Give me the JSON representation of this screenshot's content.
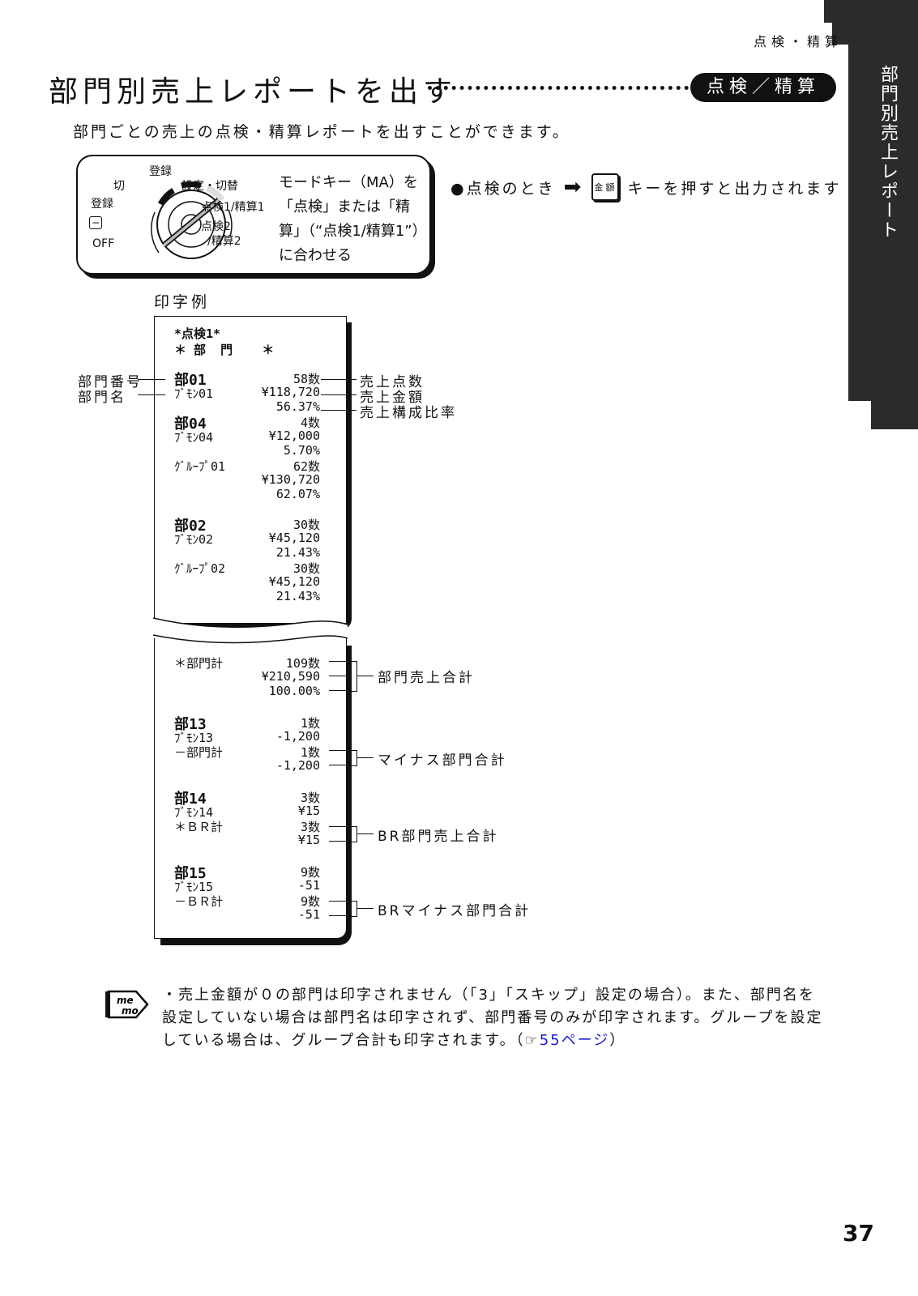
{
  "header": {
    "chapter": "点検・精算",
    "title": "部門別売上レポートを出す",
    "mode_pill": "点検／精算",
    "side_label": "部門別売上レポート"
  },
  "intro": "部門ごとの売上の点検・精算レポートを出すことができます。",
  "mode_key": {
    "labels": {
      "top": "登録",
      "off": "切",
      "minus": "OFF",
      "left_low": "登録",
      "settings": "設定・切替",
      "x1z1": "点検1/精算1",
      "x2": "点検2",
      "z2": "/精算2"
    },
    "note": "モードキー（MA）を「点検」または「精算」（“点検1/精算1”）に合わせる"
  },
  "step": {
    "prefix": "●点検のとき",
    "key_label": "金額",
    "suffix": "キーを押すと出力されます"
  },
  "sample_label": "印字例",
  "receipt1": {
    "header_lines": [
      "*点検1*",
      "＊ 部  門    ＊"
    ],
    "rows": [
      {
        "left": "部01",
        "big": true,
        "right": "58数"
      },
      {
        "left": "ﾌﾞﾓﾝ01",
        "right": "¥118,720"
      },
      {
        "left": "",
        "right": "56.37%"
      },
      {
        "left": "部04",
        "big": true,
        "right": "4数"
      },
      {
        "left": "ﾌﾞﾓﾝ04",
        "right": "¥12,000"
      },
      {
        "left": "",
        "right": "5.70%"
      },
      {
        "left": "ｸﾞﾙｰﾌﾟ01",
        "right": "62数"
      },
      {
        "left": "",
        "right": "¥130,720"
      },
      {
        "left": "",
        "right": "62.07%"
      },
      {
        "left": "部02",
        "big": true,
        "right": "30数"
      },
      {
        "left": "ﾌﾞﾓﾝ02",
        "right": "¥45,120"
      },
      {
        "left": "",
        "right": "21.43%"
      },
      {
        "left": "ｸﾞﾙｰﾌﾟ02",
        "right": "30数"
      },
      {
        "left": "",
        "right": "¥45,120"
      },
      {
        "left": "",
        "right": "21.43%"
      }
    ]
  },
  "receipt2": {
    "rows": [
      {
        "left": "＊部門計",
        "right": "109数"
      },
      {
        "left": "",
        "right": "¥210,590"
      },
      {
        "left": "",
        "right": "100.00%"
      },
      {
        "left": "部13",
        "big": true,
        "right": "1数"
      },
      {
        "left": "ﾌﾞﾓﾝ13",
        "right": "-1,200"
      },
      {
        "left": "－部門計",
        "right": "1数"
      },
      {
        "left": "",
        "right": "-1,200"
      },
      {
        "left": "部14",
        "big": true,
        "right": "3数"
      },
      {
        "left": "ﾌﾞﾓﾝ14",
        "right": "¥15"
      },
      {
        "left": "＊ＢＲ計",
        "right": "3数"
      },
      {
        "left": "",
        "right": "¥15"
      },
      {
        "left": "部15",
        "big": true,
        "right": "9数"
      },
      {
        "left": "ﾌﾞﾓﾝ15",
        "right": "-51"
      },
      {
        "left": "－ＢＲ計",
        "right": "9数"
      },
      {
        "left": "",
        "right": "-51"
      }
    ]
  },
  "callouts": {
    "dept_no": "部門番号",
    "dept_name": "部門名",
    "count": "売上点数",
    "amount": "売上金額",
    "ratio": "売上構成比率",
    "dept_total": "部門売上合計",
    "minus_total": "マイナス部門合計",
    "br_total": "BR部門売上合計",
    "br_minus_total": "BRマイナス部門合計"
  },
  "memo": {
    "text": "・売上金額が０の部門は印字されません（「3」「スキップ」設定の場合）。また、部門名を設定していない場合は部門名は印字されず、部門番号のみが印字されます。グループを設定している場合は、グループ合計も印字されます。（",
    "ref": "55ページ",
    "close": "）"
  },
  "page_number": "37"
}
